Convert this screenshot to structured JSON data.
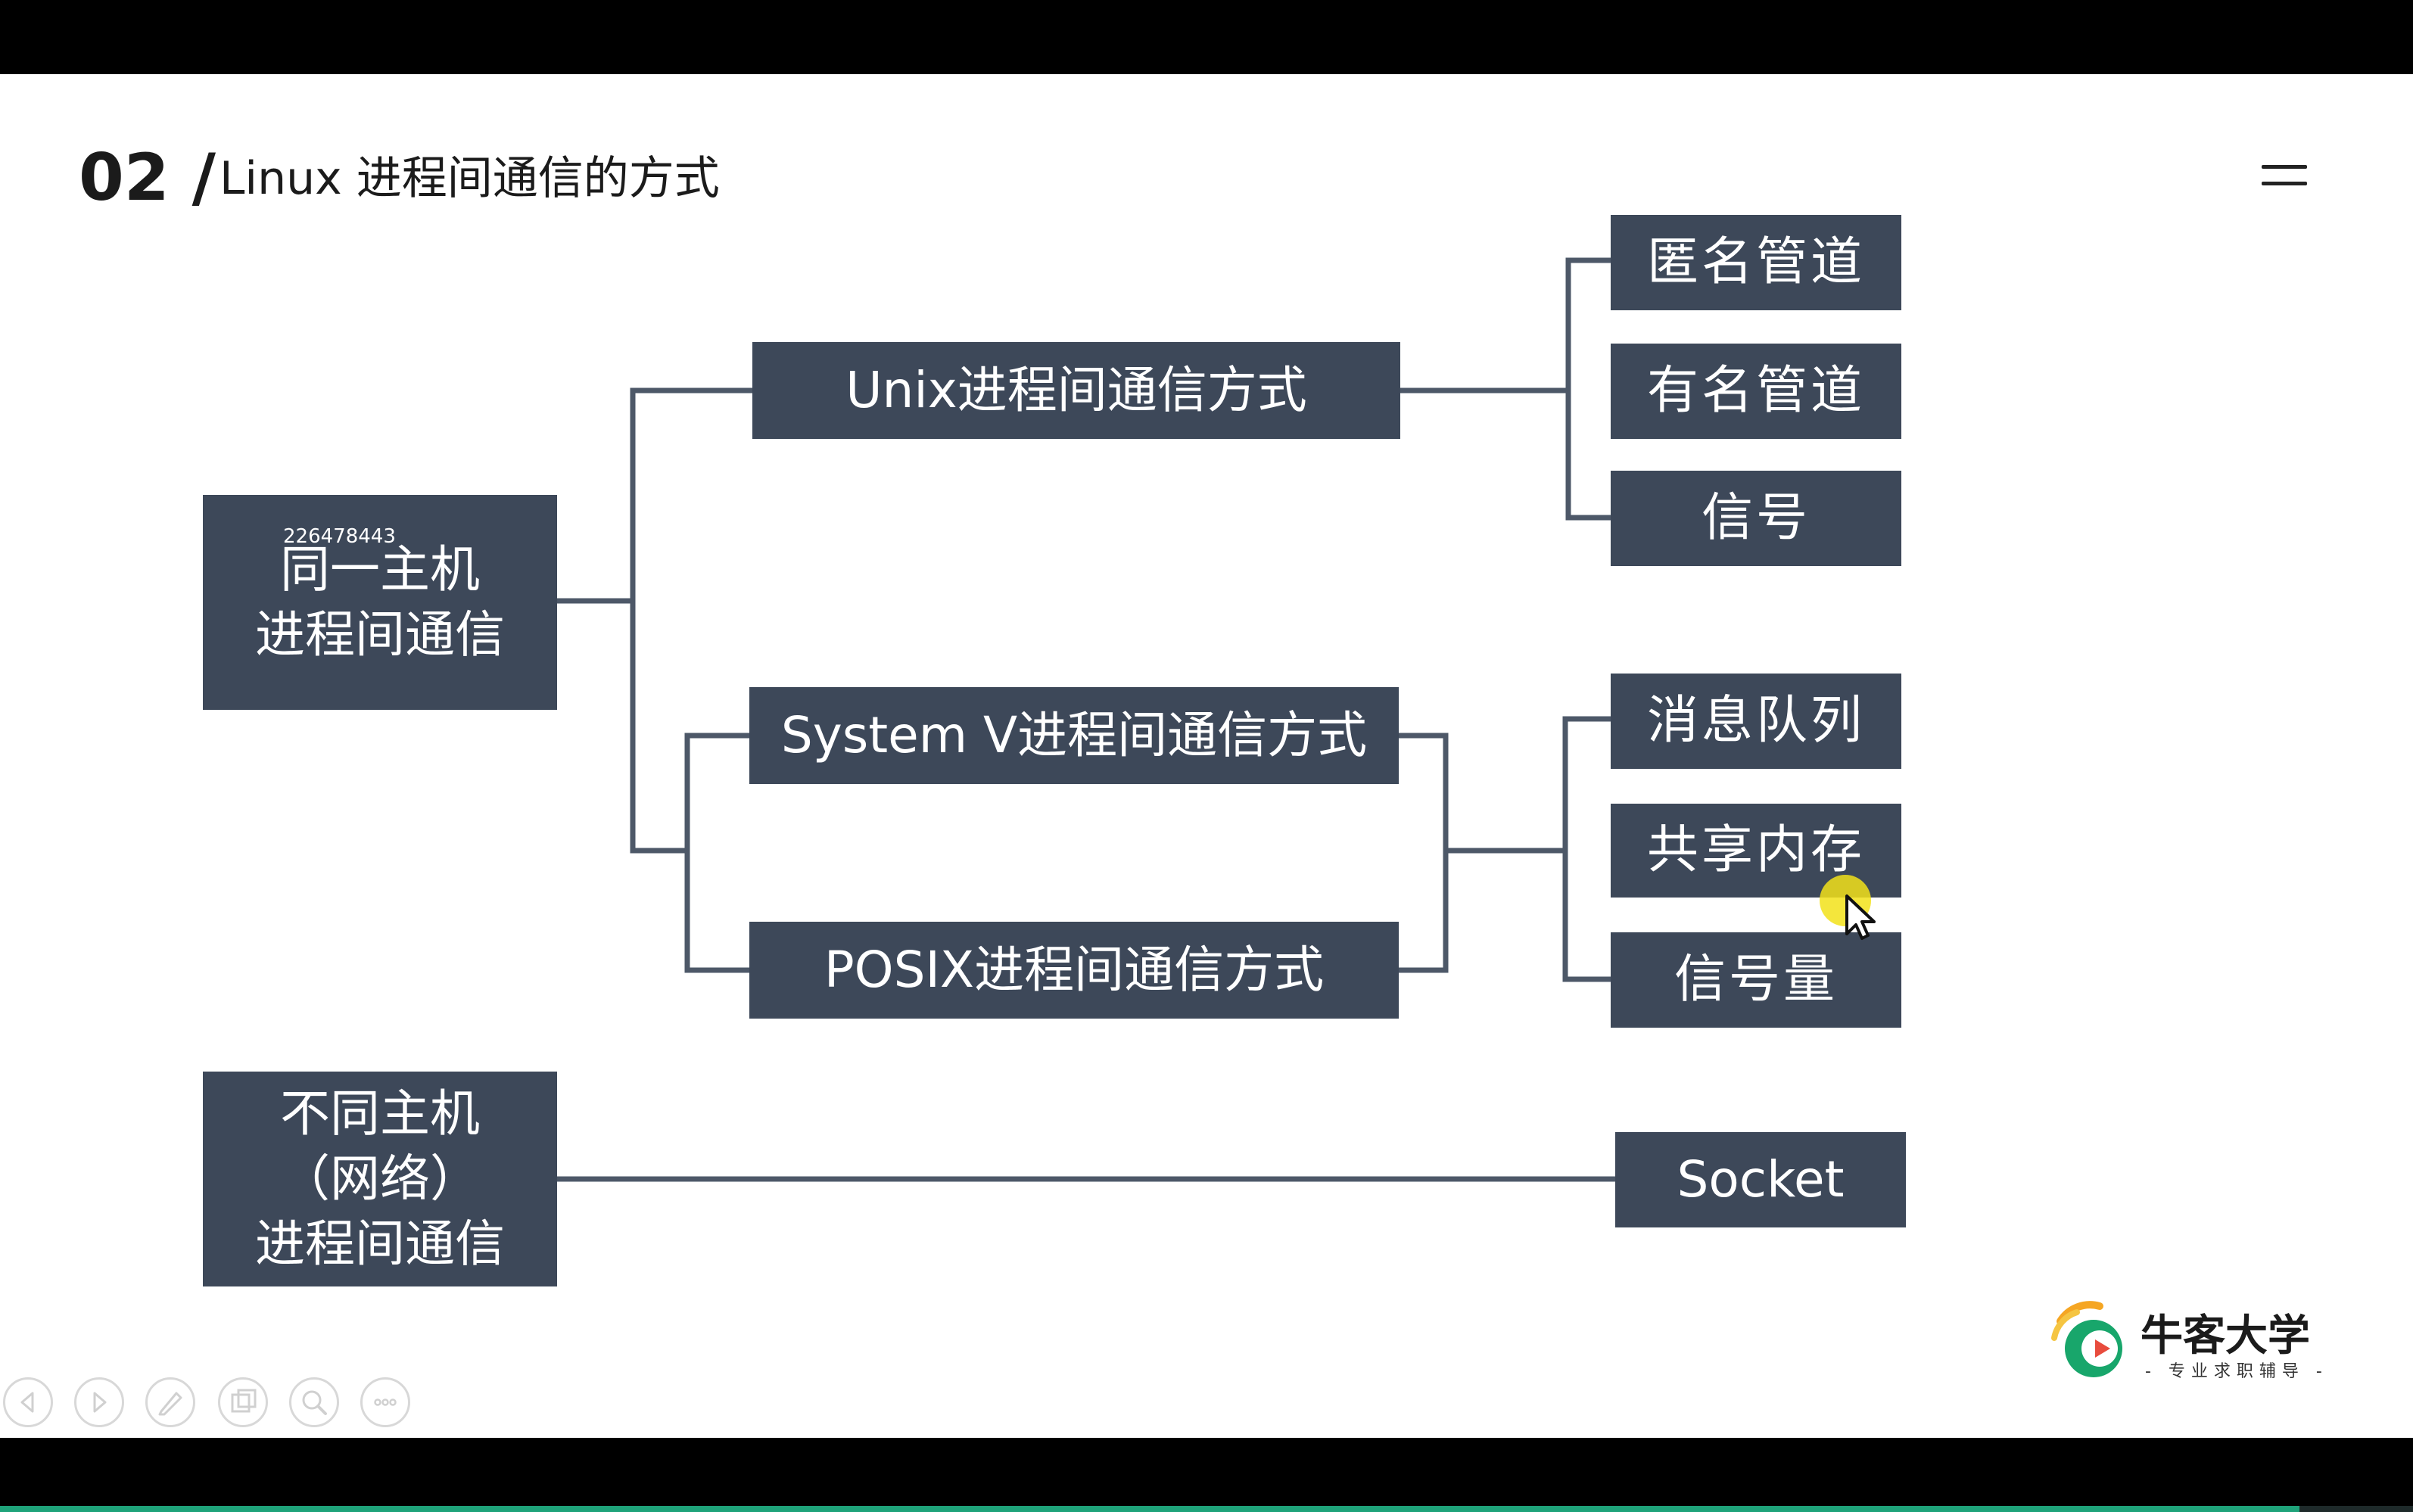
{
  "slide": {
    "number": "02 /",
    "title": "Linux 进程间通信的方式",
    "watermark": "226478443"
  },
  "diagram": {
    "same_host": "同一主机\n进程间通信",
    "different_host": "不同主机\n（网络）\n进程间通信",
    "unix_ipc": "Unix进程间通信方式",
    "systemv_ipc": "System V进程间通信方式",
    "posix_ipc": "POSIX进程间通信方式",
    "anonymous_pipe": "匿名管道",
    "named_pipe": "有名管道",
    "signal": "信号",
    "message_queue": "消息队列",
    "shared_memory": "共享内存",
    "semaphore": "信号量",
    "socket": "Socket"
  },
  "logo": {
    "name": "牛客大学",
    "tagline": "- 专业求职辅导 -"
  },
  "player": {
    "progress": 0.953
  },
  "colors": {
    "box": "#3d4859",
    "line": "#4d5868",
    "accent": "#1fa37a"
  },
  "icons": [
    "menu-icon",
    "prev-icon",
    "next-icon",
    "pen-icon",
    "slides-icon",
    "zoom-icon",
    "more-icon",
    "cursor-icon",
    "logo-icon"
  ]
}
